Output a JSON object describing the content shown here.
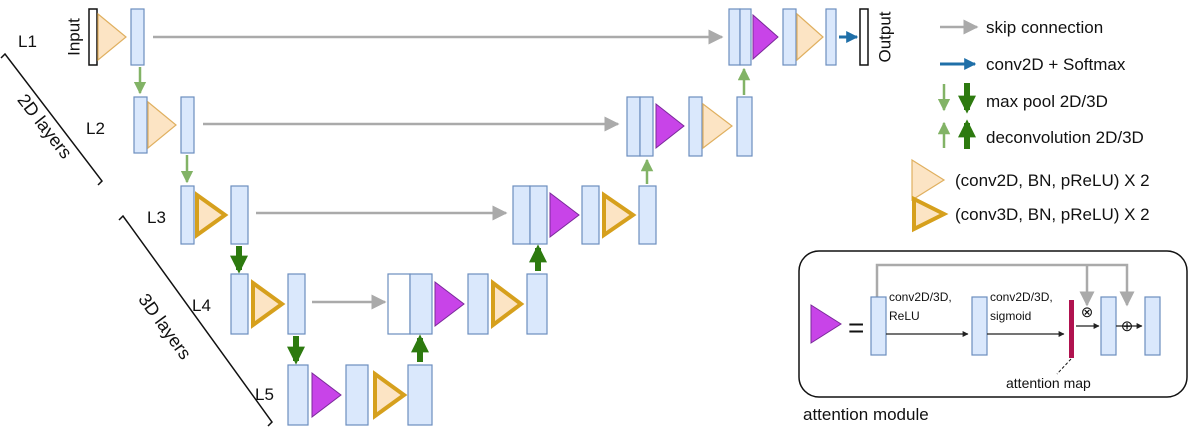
{
  "io": {
    "input": "Input",
    "output": "Output"
  },
  "levels": [
    "L1",
    "L2",
    "L3",
    "L4",
    "L5"
  ],
  "groups": {
    "layers_2d": "2D layers",
    "layers_3d": "3D layers"
  },
  "legend": {
    "skip": "skip connection",
    "softmax": "conv2D + Softmax",
    "maxpool": "max pool 2D/3D",
    "deconv": "deconvolution 2D/3D",
    "conv2d": "(conv2D, BN, pReLU) X 2",
    "conv3d": "(conv3D, BN, pReLU) X 2"
  },
  "attention": {
    "title": "attention module",
    "equals": "=",
    "step1_line1": "conv2D/3D,",
    "step1_line2": "ReLU",
    "step2_line1": "conv2D/3D,",
    "step2_line2": "sigmoid",
    "map_label": "attention map",
    "multiply": "⊗",
    "add": "⊕"
  },
  "colors": {
    "block_fill": "#dae8fc",
    "block_stroke": "#6c8ebf",
    "conv2d_fill": "#fce4c4",
    "conv2d_stroke": "#e0b060",
    "conv3d_stroke": "#d6a01d",
    "attention_fill": "#c844e8",
    "attention_stroke": "#7a2a9a",
    "skip_arrow": "#aaaaaa",
    "softmax_arrow": "#1f6fa8",
    "pool2d_arrow": "#82b366",
    "pool3d_arrow": "#2d7a0f",
    "attention_map": "#b0124f"
  }
}
